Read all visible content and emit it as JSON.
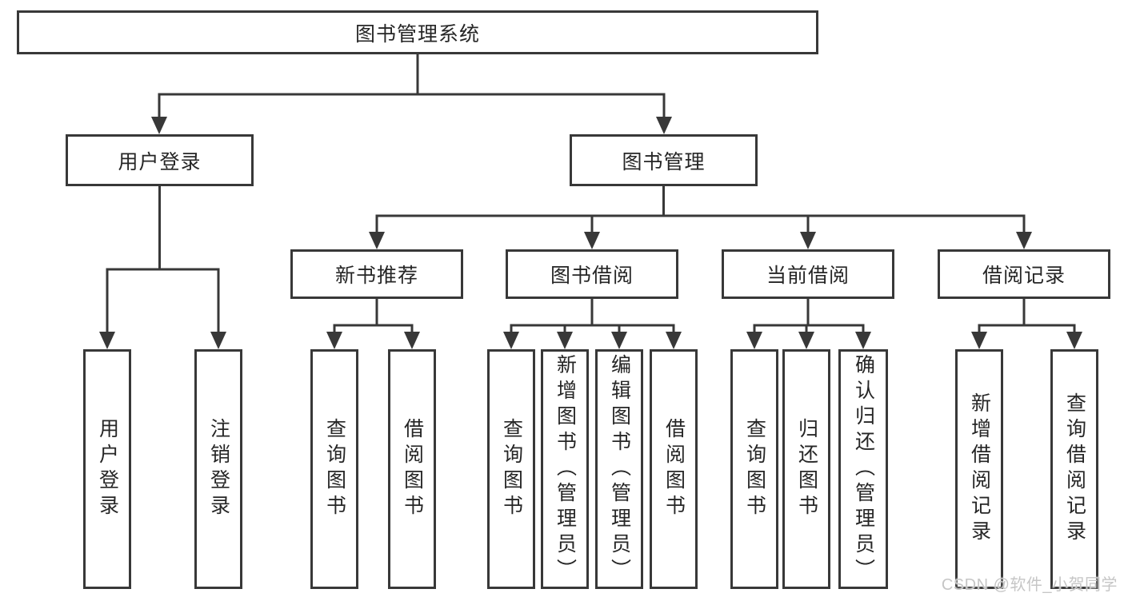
{
  "diagram": {
    "title": "图书管理系统",
    "level2": {
      "user_login": "用户登录",
      "book_mgmt": "图书管理"
    },
    "level3": {
      "new_book": "新书推荐",
      "book_borrow": "图书借阅",
      "current_borrow": "当前借阅",
      "borrow_record": "借阅记录"
    },
    "leaves": {
      "user_login": [
        "用户登录",
        "注销登录"
      ],
      "new_book": [
        "查询图书",
        "借阅图书"
      ],
      "book_borrow": [
        "查询图书",
        "新增图书（管理员）",
        "编辑图书（管理员）",
        "借阅图书"
      ],
      "current_borrow": [
        "查询图书",
        "归还图书",
        "确认归还（管理员）"
      ],
      "borrow_record": [
        "新增借阅记录",
        "查询借阅记录"
      ]
    }
  },
  "watermark": "CSDN @软件_小贺同学",
  "colors": {
    "line": "#383838",
    "text": "#262626",
    "watermark": "#c6c6c6",
    "background": "#ffffff"
  }
}
